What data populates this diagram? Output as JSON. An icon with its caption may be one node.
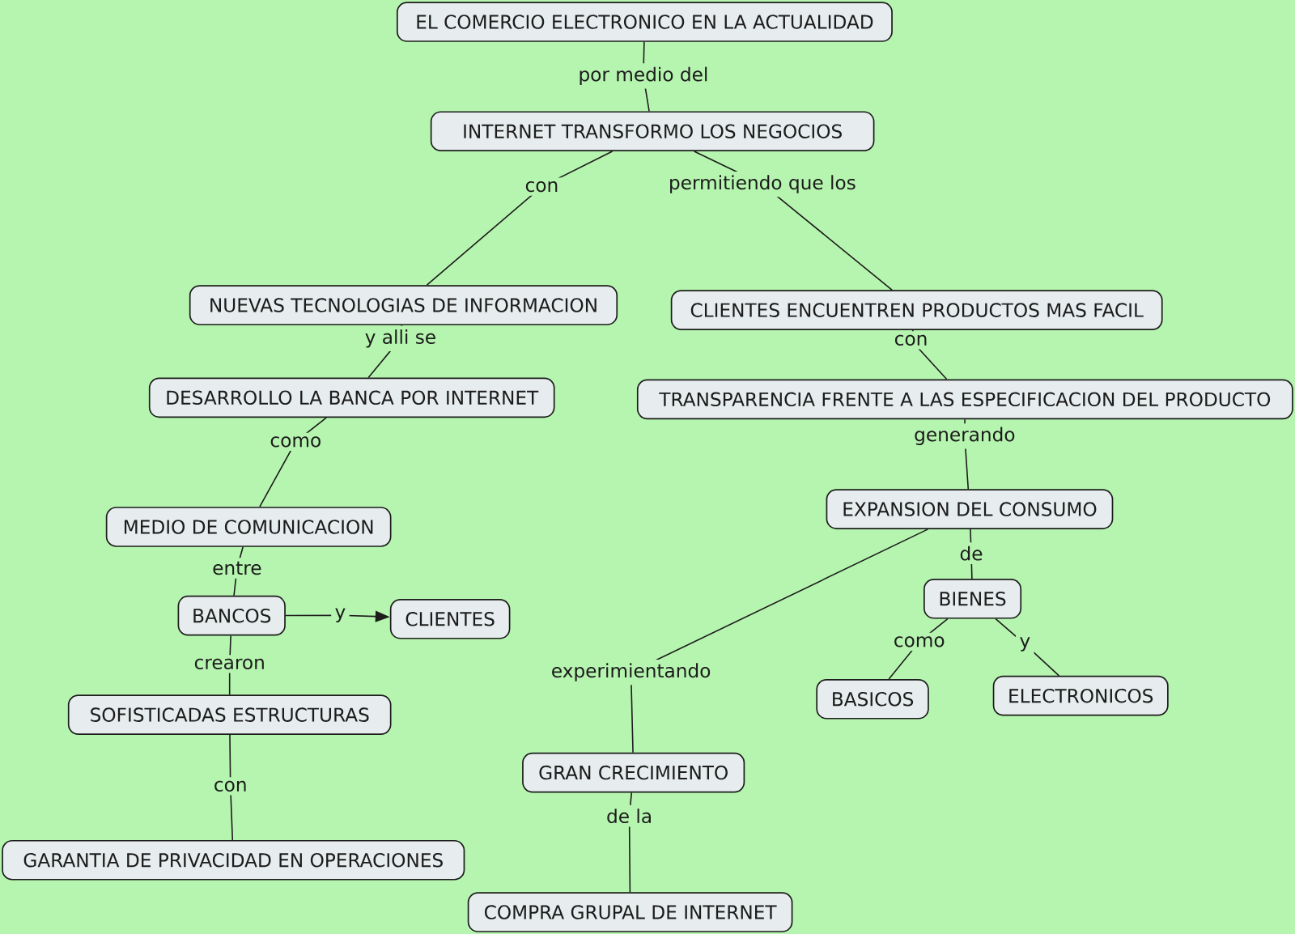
{
  "diagram": {
    "nodes": [
      {
        "text": [
          "EL COMERCIO ELECTRONICO EN LA ACTUALIDAD"
        ]
      },
      {
        "text": [
          "INTERNET TRANSFORMO LOS NEGOCIOS"
        ]
      },
      {
        "text": [
          "NUEVAS TECNOLOGIAS DE INFORMACION"
        ]
      },
      {
        "text": [
          "CLIENTES ENCUENTREN PRODUCTOS MAS FACIL"
        ]
      },
      {
        "text": [
          "DESARROLLO LA BANCA POR INTERNET"
        ]
      },
      {
        "text": [
          "TRANSPARENCIA FRENTE A LAS ESPECIFICACION DEL PRODUCTO"
        ]
      },
      {
        "text": [
          "EXPANSION DEL CONSUMO"
        ]
      },
      {
        "text": [
          "MEDIO DE COMUNICACION"
        ]
      },
      {
        "text": [
          "BIENES"
        ]
      },
      {
        "text": [
          "BANCOS"
        ]
      },
      {
        "text": [
          "CLIENTES"
        ]
      },
      {
        "text": [
          "BASICOS"
        ]
      },
      {
        "text": [
          "ELECTRONICOS"
        ]
      },
      {
        "text": [
          "SOFISTICADAS ESTRUCTURAS"
        ]
      },
      {
        "text": [
          "GRAN CRECIMIENTO"
        ]
      },
      {
        "text": [
          "GARANTIA DE PRIVACIDAD EN OPERACIONES"
        ]
      },
      {
        "text": [
          "COMPRA GRUPAL DE INTERNET"
        ]
      }
    ],
    "edges": [
      {
        "from": 0,
        "to": 1,
        "arrow": "none",
        "label": "por medio del"
      },
      {
        "from": 1,
        "to": 2,
        "arrow": "none",
        "label": "con"
      },
      {
        "from": 1,
        "to": 3,
        "arrow": "none",
        "label": "permitiendo que los"
      },
      {
        "from": 2,
        "to": 4,
        "arrow": "none",
        "label": "y alli se"
      },
      {
        "from": 3,
        "to": 5,
        "arrow": "none",
        "label": "con"
      },
      {
        "from": 4,
        "to": 7,
        "arrow": "none",
        "label": "como"
      },
      {
        "from": 5,
        "to": 6,
        "arrow": "none",
        "label": "generando"
      },
      {
        "from": 7,
        "to": 9,
        "arrow": "none",
        "label": "entre"
      },
      {
        "from": 6,
        "to": 8,
        "arrow": "none",
        "label": "de"
      },
      {
        "from": 9,
        "to": 10,
        "arrow": "to",
        "label": "y"
      },
      {
        "from": 8,
        "to": 11,
        "arrow": "none",
        "label": "como"
      },
      {
        "from": 8,
        "to": 12,
        "arrow": "none",
        "label": "y"
      },
      {
        "from": 9,
        "to": 13,
        "arrow": "none",
        "label": "crearon"
      },
      {
        "from": 6,
        "to": 14,
        "arrow": "none",
        "label": "experimientando"
      },
      {
        "from": 13,
        "to": 15,
        "arrow": "none",
        "label": "con"
      },
      {
        "from": 14,
        "to": 16,
        "arrow": "none",
        "label": "de la"
      }
    ]
  }
}
